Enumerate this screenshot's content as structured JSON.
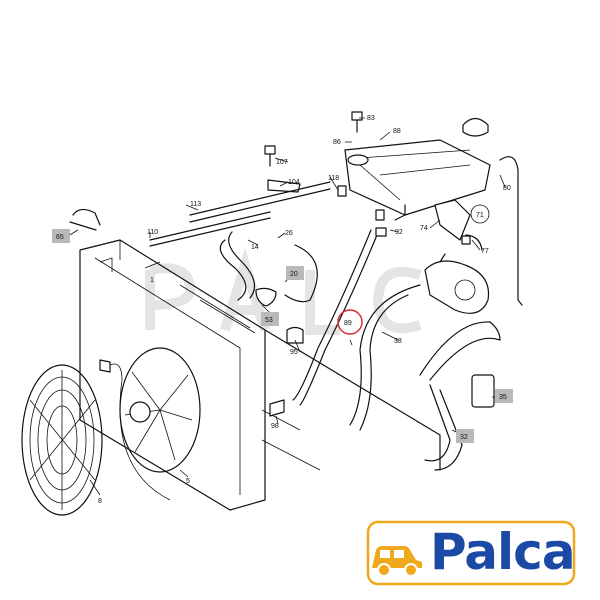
{
  "part_labels": [
    {
      "id": "83",
      "boxed": false
    },
    {
      "id": "86",
      "boxed": false
    },
    {
      "id": "88",
      "boxed": false
    },
    {
      "id": "107",
      "boxed": false
    },
    {
      "id": "104",
      "boxed": false
    },
    {
      "id": "118",
      "boxed": false
    },
    {
      "id": "80",
      "boxed": false
    },
    {
      "id": "113",
      "boxed": false
    },
    {
      "id": "65",
      "boxed": true
    },
    {
      "id": "110",
      "boxed": false
    },
    {
      "id": "14",
      "boxed": false
    },
    {
      "id": "26",
      "boxed": false
    },
    {
      "id": "92",
      "boxed": false
    },
    {
      "id": "74",
      "boxed": false
    },
    {
      "id": "71",
      "boxed": false
    },
    {
      "id": "77",
      "boxed": false
    },
    {
      "id": "20",
      "boxed": true
    },
    {
      "id": "53",
      "boxed": true
    },
    {
      "id": "95",
      "boxed": false
    },
    {
      "id": "89",
      "boxed": false
    },
    {
      "id": "38",
      "boxed": false
    },
    {
      "id": "35",
      "boxed": true
    },
    {
      "id": "98",
      "boxed": false
    },
    {
      "id": "32",
      "boxed": true
    },
    {
      "id": "5",
      "boxed": false
    },
    {
      "id": "8",
      "boxed": false
    },
    {
      "id": "1",
      "boxed": false
    }
  ],
  "highlighted_part": "89",
  "highlight_color": "#d9282f",
  "logo": {
    "text": "Palca",
    "text_color": "#1a4aa5",
    "frame_color": "#f0a81c",
    "icon": "car-icon"
  }
}
